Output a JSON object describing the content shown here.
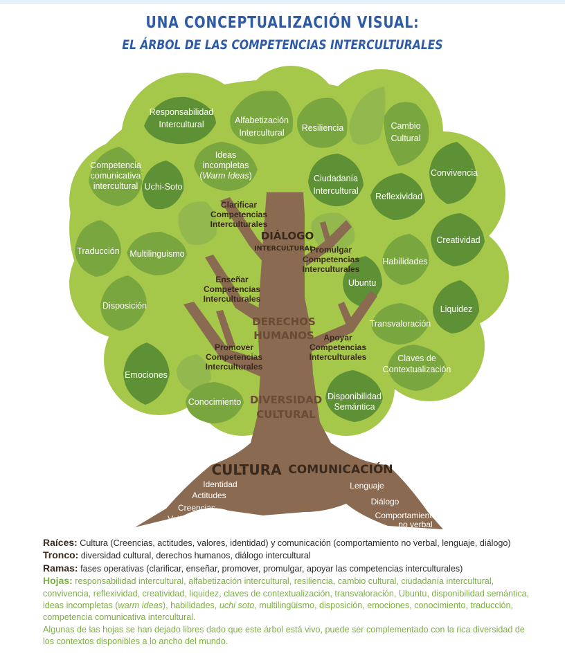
{
  "title": "UNA CONCEPTUALIZACIÓN VISUAL:",
  "subtitle": "EL ÁRBOL DE LAS COMPETENCIAS INTERCULTURALES",
  "leaves": {
    "responsabilidad": [
      "Responsabilidad",
      "Intercultural"
    ],
    "alfabetizacion": [
      "Alfabetización",
      "Intercultural"
    ],
    "resiliencia": [
      "Resiliencia"
    ],
    "cambio": [
      "Cambio",
      "Cultural"
    ],
    "competencia_comunicativa": [
      "Competencia",
      "comunicativa",
      "intercultural"
    ],
    "uchi_soto": [
      "Uchi-Soto"
    ],
    "ideas_line1": "Ideas",
    "ideas_line2": "incompletas",
    "ideas_line3_open": "(",
    "ideas_line3_italic": "Warm Ideas",
    "ideas_line3_close": ")",
    "ciudadania": [
      "Ciudadanía",
      "Intercultural"
    ],
    "convivencia": [
      "Convivencia"
    ],
    "reflexividad": [
      "Reflexividad"
    ],
    "traduccion": [
      "Traducción"
    ],
    "multilinguismo": [
      "Multilinguismo"
    ],
    "creatividad": [
      "Creatividad"
    ],
    "habilidades": [
      "Habilidades"
    ],
    "ubuntu": [
      "Ubuntu"
    ],
    "disposicion": [
      "Disposición"
    ],
    "liquidez": [
      "Liquidez"
    ],
    "transvaloracion": [
      "Transvaloración"
    ],
    "emociones": [
      "Emociones"
    ],
    "claves": [
      "Claves de",
      "Contextualización"
    ],
    "conocimiento": [
      "Conocimiento"
    ],
    "disponibilidad": [
      "Disponibilidad",
      "Semántica"
    ]
  },
  "branches": {
    "clarificar": [
      "Clarificar",
      "Competencias",
      "Interculturales"
    ],
    "promulgar": [
      "Promulgar",
      "Competencias",
      "Interculturales"
    ],
    "ensenar": [
      "Enseñar",
      "Competencias",
      "Interculturales"
    ],
    "promover": [
      "Promover",
      "Competencias",
      "Interculturales"
    ],
    "apoyar": [
      "Apoyar",
      "Competencias",
      "Interculturales"
    ]
  },
  "trunk": {
    "dialogo": "DIÁLOGO",
    "intercultural": "INTERCULTURAL",
    "derechos": "DERECHOS",
    "humanos": "HUMANOS",
    "diversidad": "DIVERSIDAD",
    "cultural": "CULTURAL"
  },
  "roots": {
    "cultura": "CULTURA",
    "comunicacion": "COMUNICACIÓN",
    "identidad": "Identidad",
    "actitudes": "Actitudes",
    "creencias": "Creencias",
    "valores": "Valores",
    "lenguaje": "Lenguaje",
    "dialogo": "Diálogo",
    "comportamiento1": "Comportamiento",
    "comportamiento2": "no verbal"
  },
  "legend": {
    "raices_label": "Raíces:",
    "raices_text": " Cultura (Creencias, actitudes, valores, identidad) y comunicación (comportamiento no verbal, lenguaje, diálogo)",
    "tronco_label": "Tronco:",
    "tronco_text": " diversidad cultural, derechos humanos, diálogo intercultural",
    "ramas_label": "Ramas:",
    "ramas_text": " fases operativas (clarificar, enseñar, promover, promulgar, apoyar las competencias interculturales)",
    "hojas_label": "Hojas:",
    "hojas_text1": " responsabilidad intercultural, alfabetización intercultural, resiliencia, cambio cultural, ciudadanía intercultural, convivencia, reflexividad, creatividad, liquidez, claves de contextualización, transvaloración, Ubuntu, disponibilidad semántica, ideas incompletas (",
    "hojas_warm": "warm ideas",
    "hojas_text2": "), habilidades, ",
    "hojas_uchi": "uchi soto",
    "hojas_text3": ", multilingüismo, disposición, emociones, conocimiento, traducción, competencia comunicativa intercultural.",
    "nota": "Algunas de las hojas se han dejado libres dado que este árbol está vivo, puede ser complementado con la rica diversidad de los contextos disponibles a lo ancho del mundo."
  },
  "colors": {
    "title": "#2d5ba6",
    "canopy": "#a6c84a",
    "leaf_dark": "#5e9035",
    "leaf_mid": "#7aa640",
    "leaf_light": "#92b84e",
    "trunk": "#8a6a50",
    "text_dark": "#3a2a1e",
    "hojas": "#7bb040"
  }
}
